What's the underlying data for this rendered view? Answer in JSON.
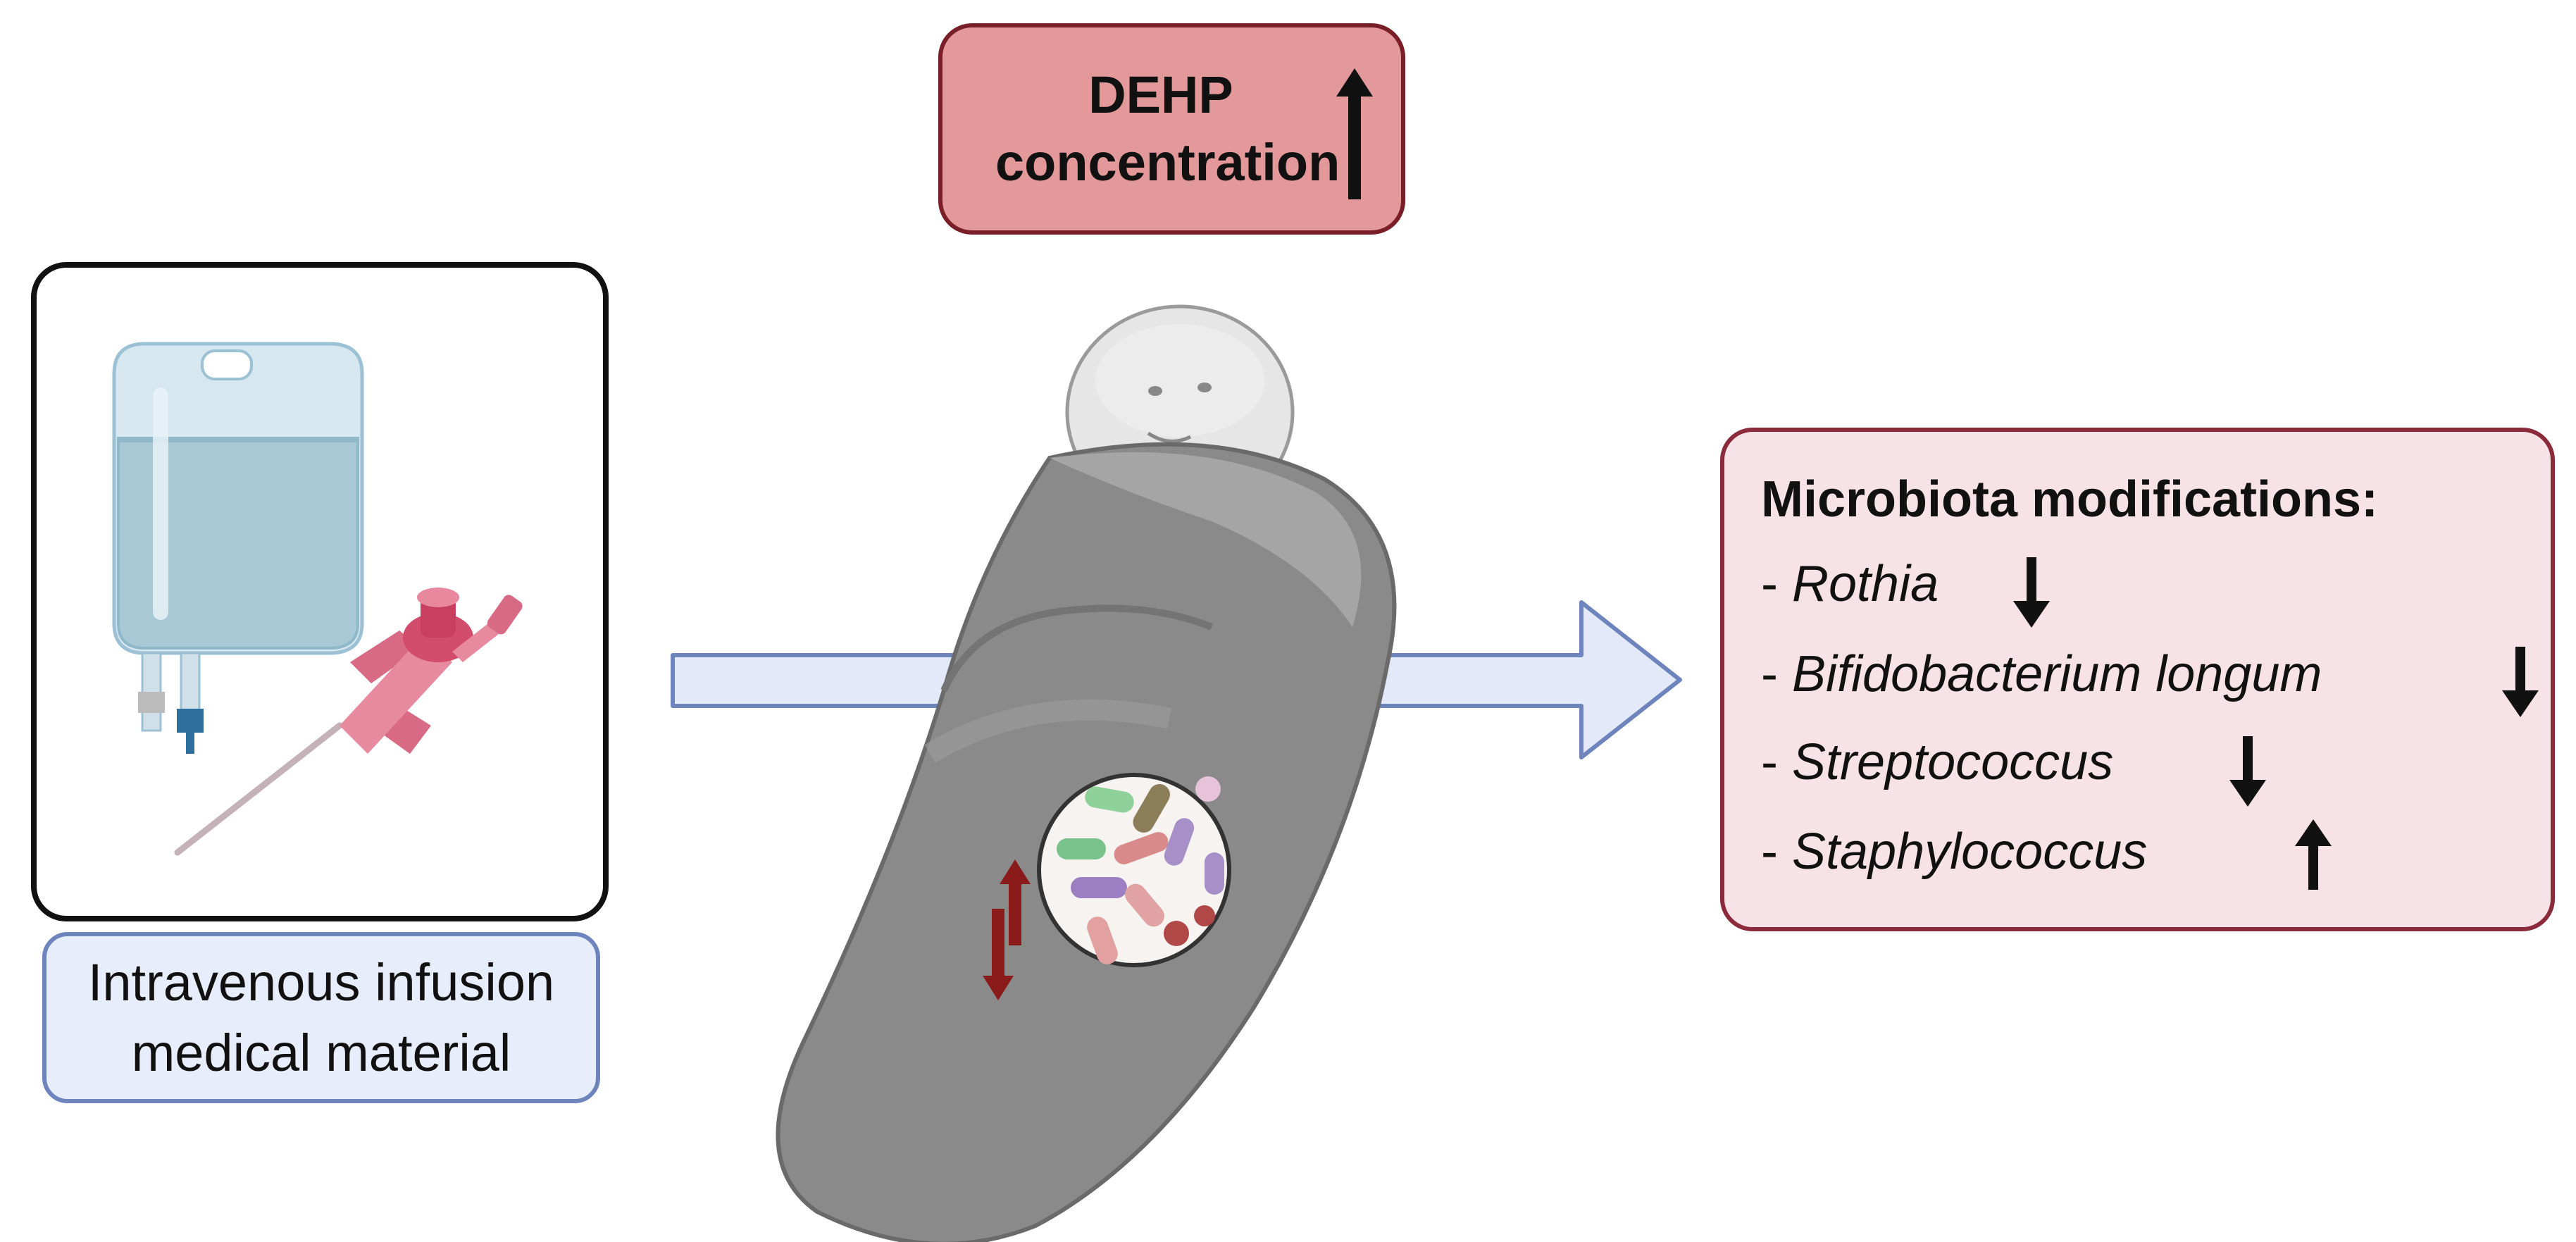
{
  "material_label": {
    "line1": "Intravenous infusion",
    "line2": "medical material"
  },
  "dehp": {
    "line1": "DEHP",
    "line2": "concentration",
    "trend": "up"
  },
  "microbiota": {
    "title": "Microbiota modifications:",
    "items": [
      {
        "prefix": "- ",
        "name": "Rothia",
        "trend": "down"
      },
      {
        "prefix": "- ",
        "name": "Bifidobacterium longum",
        "trend": "down"
      },
      {
        "prefix": "- ",
        "name": "Streptococcus",
        "trend": "down"
      },
      {
        "prefix": "- ",
        "name": "Staphylococcus",
        "trend": "up"
      }
    ]
  },
  "colors": {
    "flow_arrow_fill": "#e3e9f8",
    "flow_arrow_stroke": "#6d84bd",
    "dehp_fill": "#e3989a",
    "microbiota_fill": "#f7e2e7",
    "trend_arrow": "#111111",
    "gut_arrow": "#8b1a1a"
  }
}
